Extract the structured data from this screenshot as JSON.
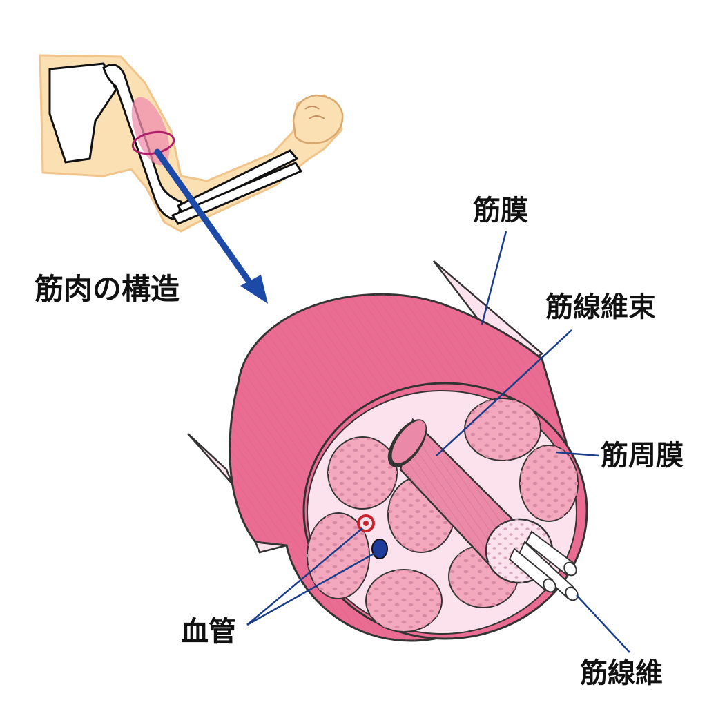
{
  "title": "筋肉の構造",
  "labels": {
    "fascia": "筋膜",
    "fascicle": "筋線維束",
    "perimysium": "筋周膜",
    "blood_vessel": "血管",
    "muscle_fiber": "筋線維"
  },
  "colors": {
    "muscle_pink": "#ea6c93",
    "muscle_light": "#f6b6c8",
    "membrane": "#fbe2ec",
    "skin": "#fbe0b4",
    "arrow_blue": "#1d4aa6",
    "leader_blue": "#1a3e8a",
    "artery_red": "#c8222c",
    "vein_blue": "#1f3c9a"
  }
}
